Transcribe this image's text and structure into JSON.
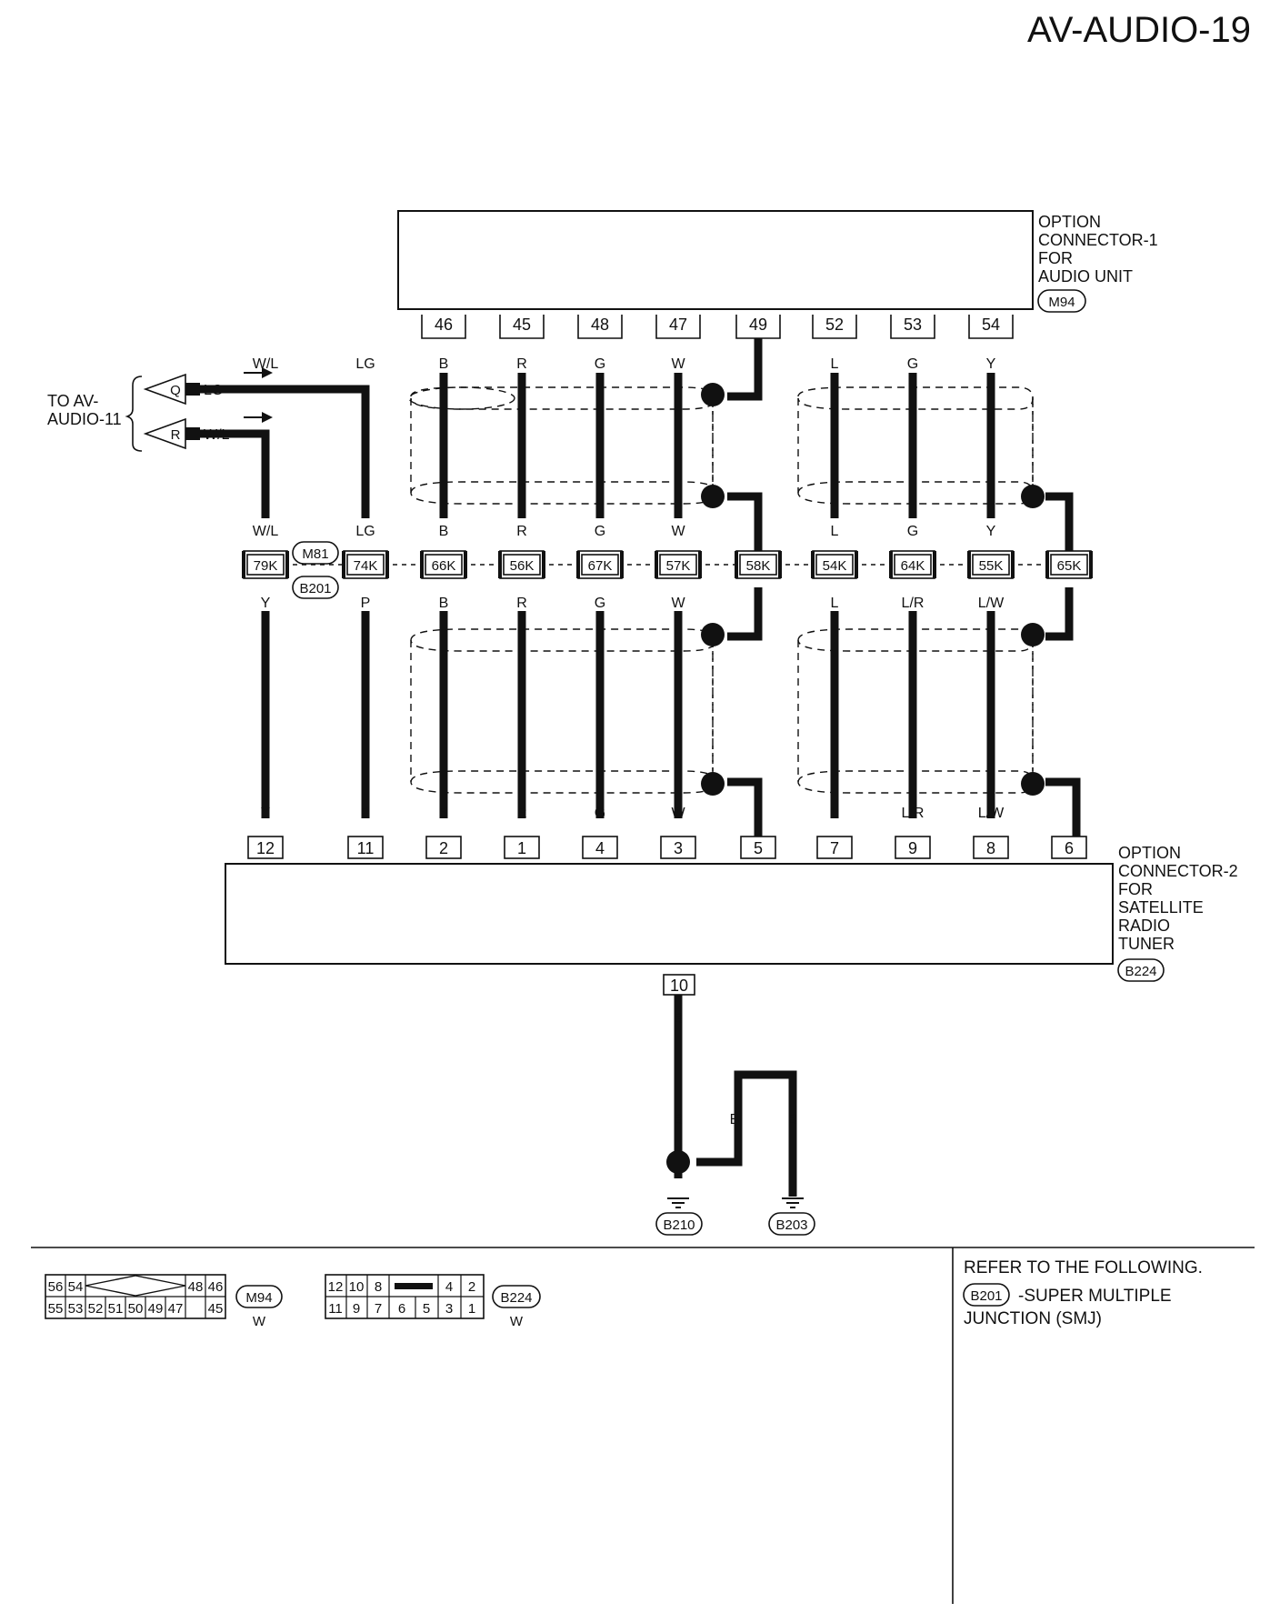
{
  "page_id": "AV-AUDIO-19",
  "option_connector_1": {
    "name_lines": [
      "OPTION",
      "CONNECTOR-1",
      "FOR",
      "AUDIO UNIT"
    ],
    "connector": "M94"
  },
  "option_connector_2": {
    "name_lines": [
      "OPTION",
      "CONNECTOR-2",
      "FOR",
      "SATELLITE",
      "RADIO",
      "TUNER"
    ],
    "connector": "B224"
  },
  "to_reference": {
    "lines": [
      "TO AV-",
      "AUDIO-11"
    ],
    "signals": [
      {
        "tag": "Q",
        "color": "LG"
      },
      {
        "tag": "R",
        "color": "W/L"
      }
    ]
  },
  "junction": {
    "connectors": [
      "M81",
      "B201"
    ]
  },
  "columns": [
    {
      "id": "c1",
      "top_pin": "",
      "top_color": "W/L",
      "junction": "79K",
      "bottom_color": "Y",
      "bottom_pin": "12"
    },
    {
      "id": "c2",
      "top_pin": "",
      "top_color": "LG",
      "junction": "74K",
      "bottom_color": "P",
      "bottom_pin": "11"
    },
    {
      "id": "c3",
      "top_pin": "46",
      "top_color": "B",
      "junction": "66K",
      "bottom_color": "B",
      "bottom_pin": "2"
    },
    {
      "id": "c4",
      "top_pin": "45",
      "top_color": "R",
      "junction": "56K",
      "bottom_color": "R",
      "bottom_pin": "1"
    },
    {
      "id": "c5",
      "top_pin": "48",
      "top_color": "G",
      "junction": "67K",
      "bottom_color": "G",
      "bottom_pin": "4"
    },
    {
      "id": "c6",
      "top_pin": "47",
      "top_color": "W",
      "junction": "57K",
      "bottom_color": "W",
      "bottom_pin": "3"
    },
    {
      "id": "c7",
      "top_pin": "49",
      "top_color": "",
      "junction": "58K",
      "bottom_color": "",
      "bottom_pin": "5"
    },
    {
      "id": "c8",
      "top_pin": "52",
      "top_color": "L",
      "junction": "54K",
      "bottom_color": "L",
      "bottom_pin": "7"
    },
    {
      "id": "c9",
      "top_pin": "53",
      "top_color": "G",
      "junction": "64K",
      "bottom_color": "L/R",
      "bottom_pin": "9"
    },
    {
      "id": "c10",
      "top_pin": "54",
      "top_color": "Y",
      "junction": "55K",
      "bottom_color": "L/W",
      "bottom_pin": "8"
    },
    {
      "id": "c11",
      "top_pin": "",
      "top_color": "",
      "junction": "65K",
      "bottom_color": "",
      "bottom_pin": "6"
    }
  ],
  "ground": {
    "pin": "10",
    "wire_colors": [
      "B",
      "B",
      "B",
      "B"
    ],
    "grounds": [
      "B210",
      "B203"
    ]
  },
  "connector_views": [
    {
      "id": "M94",
      "color": "W",
      "top_row": [
        "56",
        "54",
        "48",
        "46"
      ],
      "bottom_row": [
        "55",
        "53",
        "52",
        "51",
        "50",
        "49",
        "47",
        "45"
      ]
    },
    {
      "id": "B224",
      "color": "W",
      "top_row": [
        "12",
        "10",
        "8",
        "4",
        "2"
      ],
      "bottom_row": [
        "11",
        "9",
        "7",
        "6",
        "5",
        "3",
        "1"
      ]
    }
  ],
  "references": {
    "heading": "REFER TO THE FOLLOWING.",
    "items": [
      {
        "connector": "B201",
        "text_lines": [
          "-SUPER MULTIPLE",
          "JUNCTION (SMJ)"
        ]
      }
    ]
  }
}
